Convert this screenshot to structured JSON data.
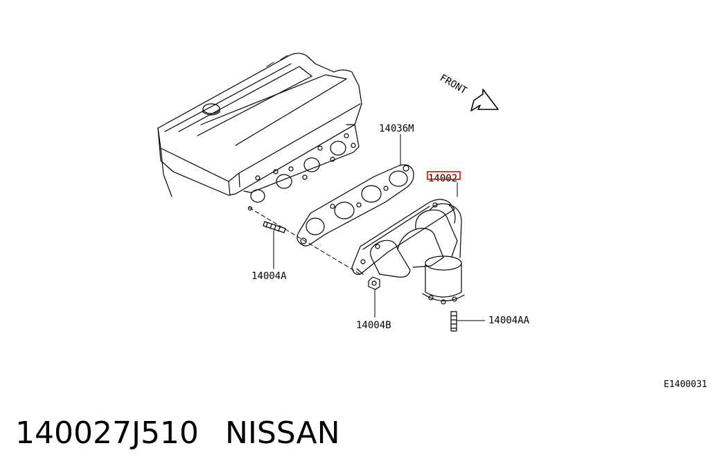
{
  "diagram": {
    "front_label": "FRONT",
    "callouts": {
      "gasket": "14036M",
      "manifold": "14002",
      "stud_a": "14004A",
      "nut_b": "14004B",
      "stud_aa": "14004AA"
    },
    "highlight_color": "#e00000",
    "drawing_code": "E1400031"
  },
  "footer": {
    "part_number": "140027J510",
    "brand": "NISSAN"
  }
}
